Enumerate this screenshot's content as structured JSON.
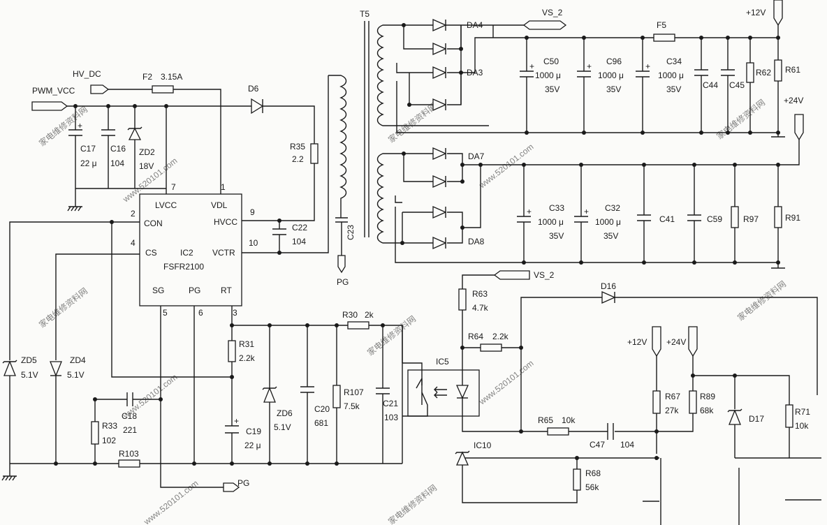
{
  "watermark": {
    "text1": "家电维修资料网",
    "text2": "www.520101.com"
  },
  "nets": {
    "hv_dc": "HV_DC",
    "pwm_vcc": "PWM_VCC",
    "vs2_top": "VS_2",
    "vs2_mid": "VS_2",
    "pg_t5": "PG",
    "pg_bottom": "PG",
    "p12v_top": "+12V",
    "p24v_top": "+24V",
    "p12v_fb": "+12V",
    "p24v_fb": "+24V"
  },
  "ic2": {
    "ref": "IC2",
    "part": "FSFR2100",
    "pins": [
      {
        "name": "LVCC",
        "num": "7"
      },
      {
        "name": "VDL",
        "num": "1"
      },
      {
        "name": "CON",
        "num": "2"
      },
      {
        "name": "HVCC",
        "num": "9"
      },
      {
        "name": "CS",
        "num": "4"
      },
      {
        "name": "VCTR",
        "num": "10"
      },
      {
        "name": "SG",
        "num": "5"
      },
      {
        "name": "PG",
        "num": "6"
      },
      {
        "name": "RT",
        "num": "3"
      }
    ]
  },
  "parts": {
    "f2": {
      "ref": "F2",
      "val": "3.15A"
    },
    "d6": {
      "ref": "D6"
    },
    "c17": {
      "ref": "C17",
      "val": "22 μ"
    },
    "c16": {
      "ref": "C16",
      "val": "104"
    },
    "zd2": {
      "ref": "ZD2",
      "val": "18V"
    },
    "r35": {
      "ref": "R35",
      "val": "2.2"
    },
    "c22": {
      "ref": "C22",
      "val": "104"
    },
    "c23": {
      "ref": "C23"
    },
    "t5": {
      "ref": "T5"
    },
    "da4": {
      "ref": "DA4"
    },
    "da3": {
      "ref": "DA3"
    },
    "da7": {
      "ref": "DA7"
    },
    "da8": {
      "ref": "DA8"
    },
    "f5": {
      "ref": "F5"
    },
    "c50": {
      "ref": "C50",
      "val": "1000 μ",
      "v": "35V"
    },
    "c96": {
      "ref": "C96",
      "val": "1000 μ",
      "v": "35V"
    },
    "c34": {
      "ref": "C34",
      "val": "1000 μ",
      "v": "35V"
    },
    "c44": {
      "ref": "C44"
    },
    "c45": {
      "ref": "C45"
    },
    "r62": {
      "ref": "R62"
    },
    "r61": {
      "ref": "R61"
    },
    "c33": {
      "ref": "C33",
      "val": "1000 μ",
      "v": "35V"
    },
    "c32": {
      "ref": "C32",
      "val": "1000 μ",
      "v": "35V"
    },
    "c41": {
      "ref": "C41"
    },
    "c59": {
      "ref": "C59"
    },
    "r97": {
      "ref": "R97"
    },
    "r91": {
      "ref": "R91"
    },
    "zd5": {
      "ref": "ZD5",
      "val": "5.1V"
    },
    "zd4": {
      "ref": "ZD4",
      "val": "5.1V"
    },
    "c18": {
      "ref": "C18",
      "val": "221"
    },
    "r33": {
      "ref": "R33",
      "val": "102"
    },
    "r103": {
      "ref": "R103"
    },
    "r31": {
      "ref": "R31",
      "val": "2.2k"
    },
    "c19": {
      "ref": "C19",
      "val": "22 μ"
    },
    "zd6": {
      "ref": "ZD6",
      "val": "5.1V"
    },
    "c20": {
      "ref": "C20",
      "val": "681"
    },
    "r107": {
      "ref": "R107",
      "val": "7.5k"
    },
    "c21": {
      "ref": "C21",
      "val": "103"
    },
    "r30": {
      "ref": "R30",
      "val": "2k"
    },
    "ic5": {
      "ref": "IC5"
    },
    "r63": {
      "ref": "R63",
      "val": "4.7k"
    },
    "r64": {
      "ref": "R64",
      "val": "2.2k"
    },
    "d16": {
      "ref": "D16"
    },
    "r65": {
      "ref": "R65",
      "val": "10k"
    },
    "c47": {
      "ref": "C47",
      "val": "104"
    },
    "r67": {
      "ref": "R67",
      "val": "27k"
    },
    "r89": {
      "ref": "R89",
      "val": "68k"
    },
    "d17": {
      "ref": "D17"
    },
    "r71": {
      "ref": "R71",
      "val": "10k"
    },
    "ic10": {
      "ref": "IC10"
    },
    "r68": {
      "ref": "R68",
      "val": "56k"
    }
  }
}
